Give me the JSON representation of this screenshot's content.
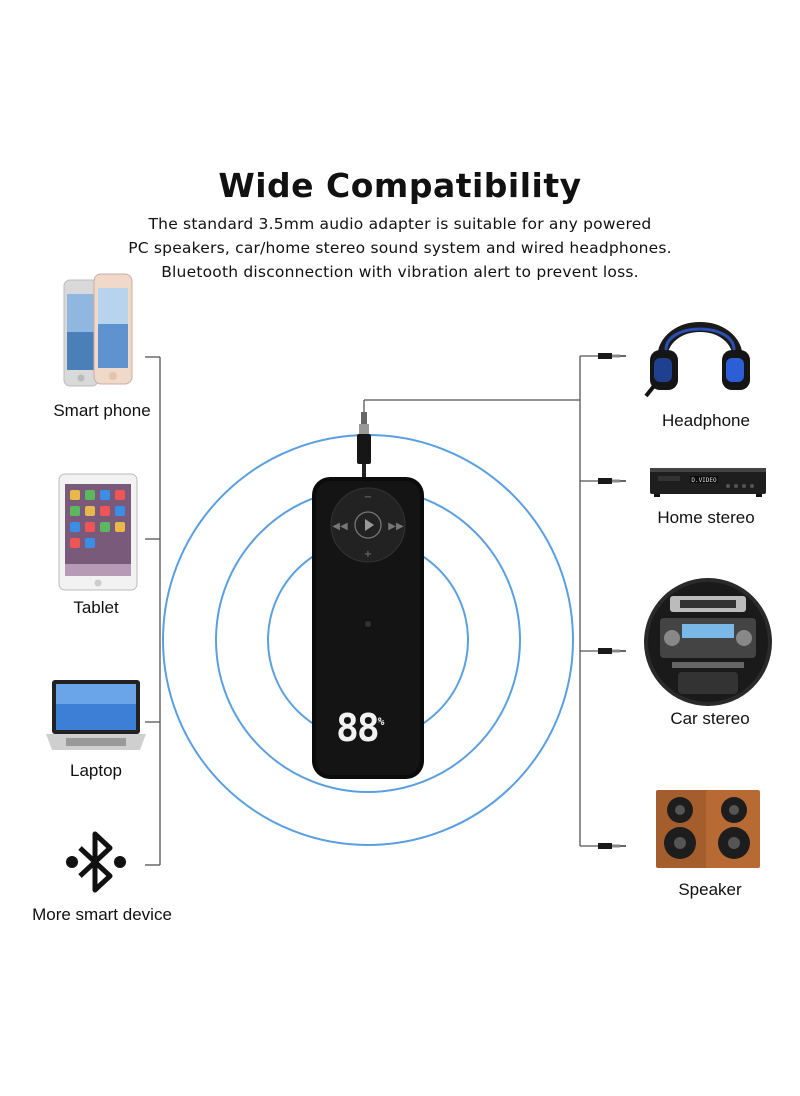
{
  "title": "Wide Compatibility",
  "subtitle": [
    "The standard 3.5mm audio adapter is suitable for any powered",
    "PC speakers, car/home stereo sound system and wired headphones.",
    "Bluetooth disconnection with vibration alert to prevent loss."
  ],
  "left_devices": [
    {
      "label": "Smart phone",
      "icon": "smartphone-icon"
    },
    {
      "label": "Tablet",
      "icon": "tablet-icon"
    },
    {
      "label": "Laptop",
      "icon": "laptop-icon"
    },
    {
      "label": "More smart device",
      "icon": "bluetooth-icon"
    }
  ],
  "right_devices": [
    {
      "label": "Headphone",
      "icon": "headphone-icon"
    },
    {
      "label": "Home stereo",
      "icon": "home-stereo-icon"
    },
    {
      "label": "Car stereo",
      "icon": "car-stereo-icon"
    },
    {
      "label": "Speaker",
      "icon": "speaker-icon"
    }
  ],
  "receiver": {
    "display_value": "88",
    "display_suffix": "%"
  },
  "colors": {
    "ring": "#5a9fe0",
    "device_body": "#0b0b0b",
    "line": "#555555"
  }
}
